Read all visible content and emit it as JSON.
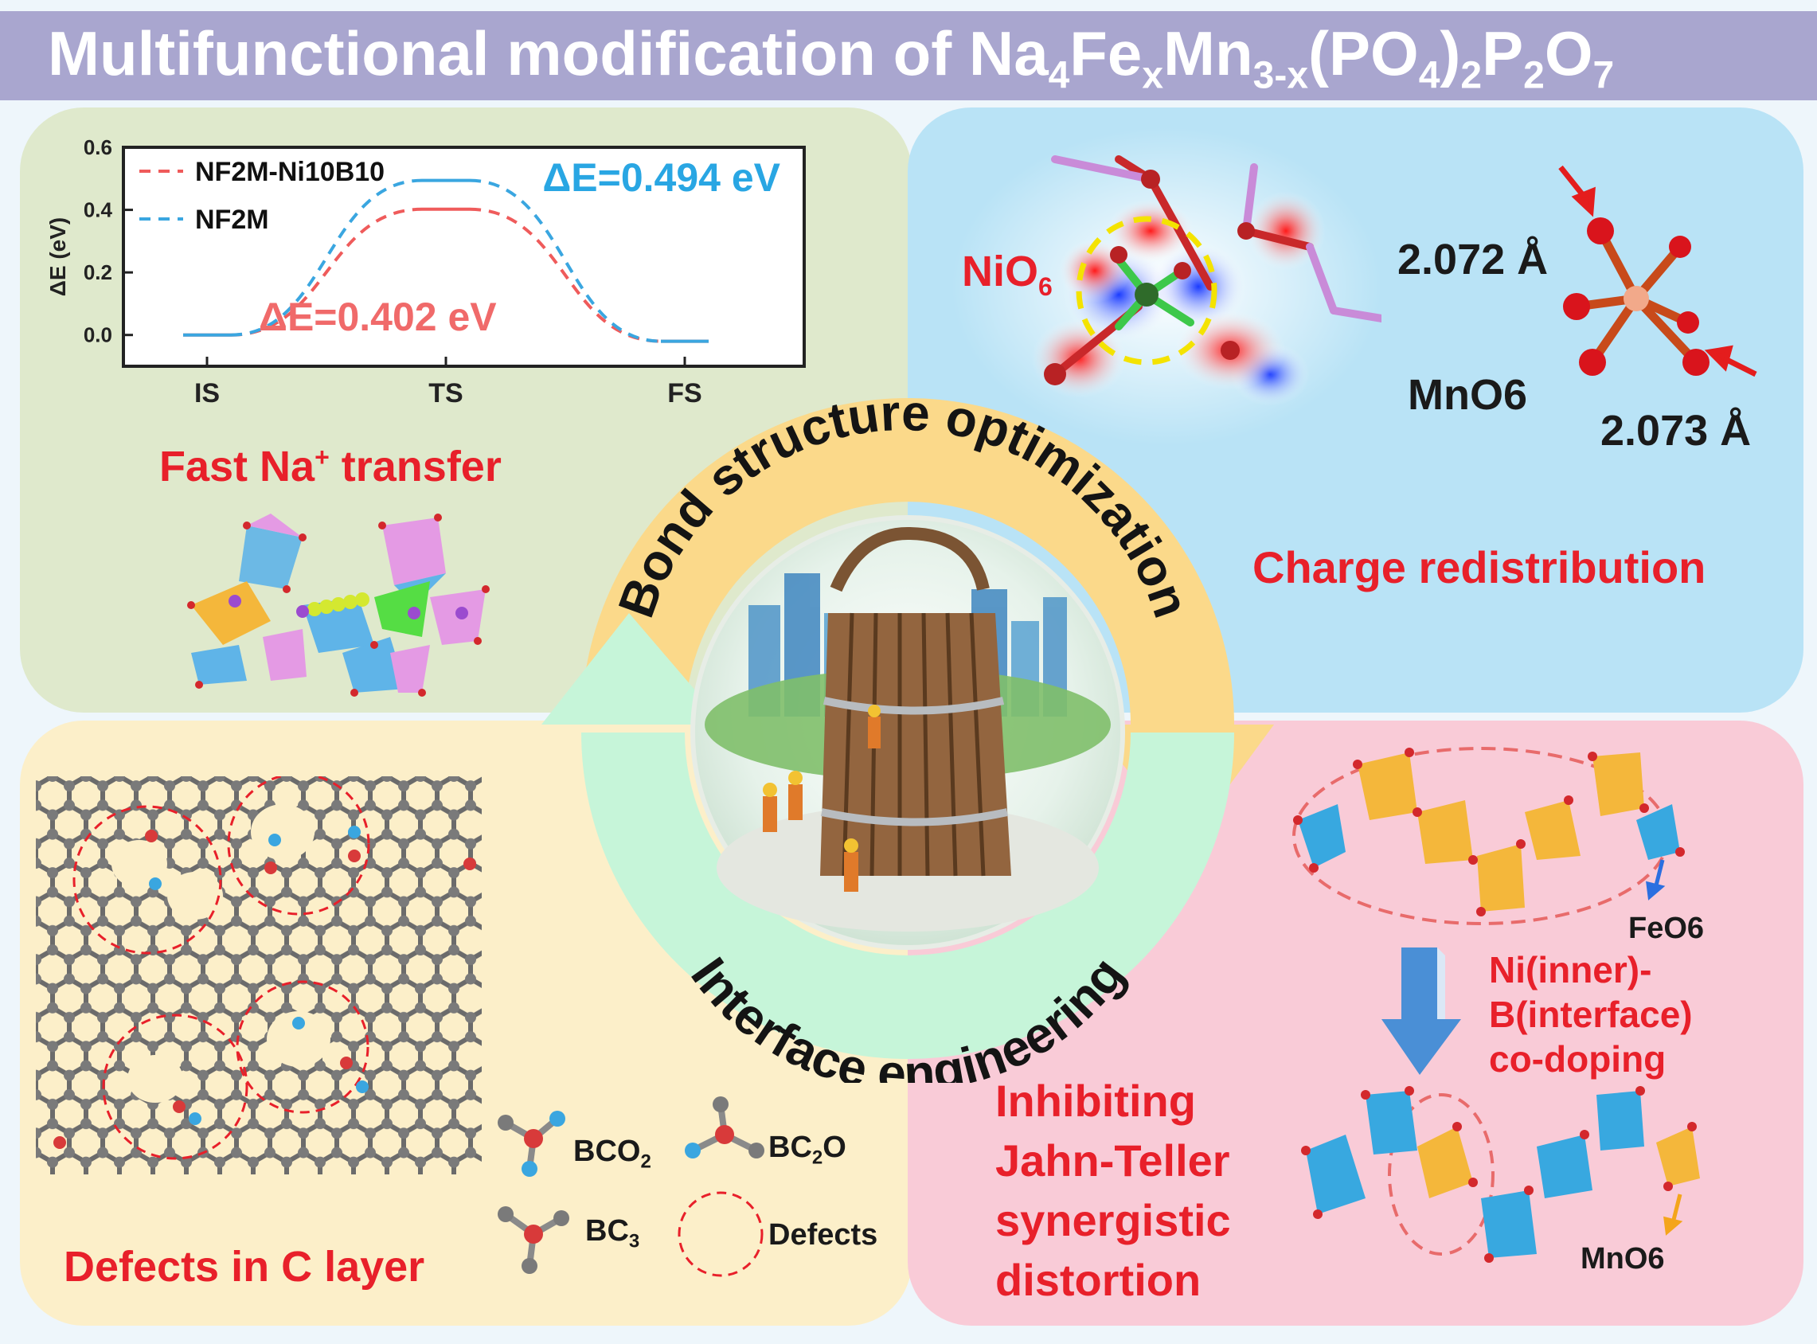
{
  "title": {
    "prefix": "Multifunctional modification of Na",
    "s1": "4",
    "p2": "Fe",
    "s2": "x",
    "p3": "Mn",
    "s3": "3-x",
    "p4": "(PO",
    "s4": "4",
    "p5": ")",
    "s5": "2",
    "p6": "P",
    "s6": "2",
    "p7": "O",
    "s7": "7"
  },
  "chart_data": {
    "type": "line",
    "categories": [
      "IS",
      "TS",
      "FS"
    ],
    "ylabel": "ΔE (eV)",
    "ylim": [
      -0.1,
      0.6
    ],
    "yticks": [
      "0.0",
      "0.2",
      "0.4",
      "0.6"
    ],
    "series": [
      {
        "name": "NF2M-Ni10B10",
        "color": "#ef5b5b",
        "values": [
          0.0,
          0.402,
          -0.02
        ]
      },
      {
        "name": "NF2M",
        "color": "#3aa6e0",
        "values": [
          0.0,
          0.494,
          -0.02
        ]
      }
    ],
    "annotations": [
      {
        "text": "ΔE=0.494 eV",
        "color": "#29a6e3"
      },
      {
        "text": "ΔE=0.402 eV",
        "color": "#f06a6a"
      }
    ]
  },
  "panels": {
    "top_left": {
      "caption_prefix": "Fast Na",
      "caption_sup": "+",
      "caption_suffix": " transfer"
    },
    "top_right": {
      "nio6": "NiO",
      "nio6_sub": "6",
      "d1": "2.072 Å",
      "d2": "2.073 Å",
      "mno6": "MnO6",
      "caption": "Charge redistribution"
    },
    "bottom_left": {
      "caption": "Defects in C layer",
      "legend": {
        "bco2": "BCO",
        "bco2_sub": "2",
        "bc2o_a": "BC",
        "bc2o_sub": "2",
        "bc2o_b": "O",
        "bc3": "BC",
        "bc3_sub": "3",
        "defects": "Defects"
      }
    },
    "bottom_right": {
      "feo6": "FeO6",
      "mno6": "MnO6",
      "doping_1": "Ni(inner)-",
      "doping_2": "B(interface)",
      "doping_3": "co-doping",
      "caption_1": "Inhibiting",
      "caption_2": "Jahn-Teller",
      "caption_3": "synergistic",
      "caption_4": "distortion"
    }
  },
  "center": {
    "arc_top": "Bond structure optimization",
    "arc_bottom": "Interface engineering"
  },
  "colors": {
    "title_bar": "#a9a6cf",
    "caption_red": "#e8202a",
    "arc_yellow": "#fbd98a",
    "arc_green": "#c6f5d9"
  }
}
